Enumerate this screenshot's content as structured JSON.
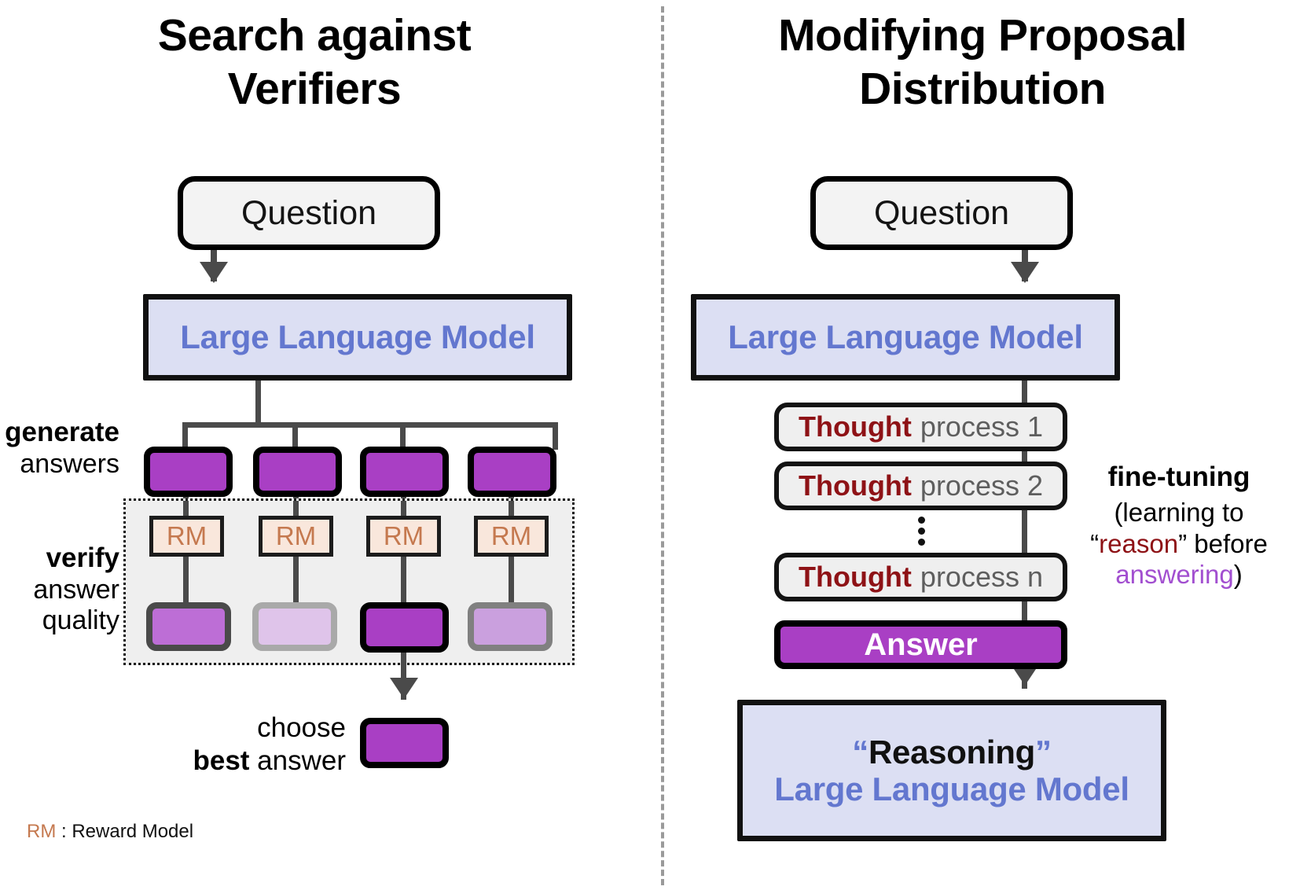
{
  "left_panel": {
    "title": "Search against\nVerifiers",
    "title_line1": "Search against",
    "title_line2": "Verifiers",
    "question_label": "Question",
    "llm_label": "Large Language Model",
    "stage_labels": {
      "generate_strong": "generate",
      "generate_rest": "answers",
      "verify_strong": "verify",
      "verify_rest_line1": "answer",
      "verify_rest_line2": "quality"
    },
    "generated_answers": [
      "",
      "",
      "",
      ""
    ],
    "verifier_label": "RM",
    "verifiers": [
      "RM",
      "RM",
      "RM",
      "RM"
    ],
    "scored_answers": [
      {
        "variant": "v1",
        "selected": false
      },
      {
        "variant": "v2",
        "selected": false
      },
      {
        "variant": "v3",
        "selected": true
      },
      {
        "variant": "v4",
        "selected": false
      }
    ],
    "choose_line1": "choose",
    "choose_line2_strong": "best",
    "choose_line2_rest": "answer",
    "legend_key": "RM",
    "legend_sep": " : ",
    "legend_value": "Reward Model"
  },
  "right_panel": {
    "title_line1": "Modifying Proposal",
    "title_line2": "Distribution",
    "question_label": "Question",
    "llm_label": "Large Language Model",
    "thoughts": [
      {
        "strong": "Thought",
        "rest": "process 1"
      },
      {
        "strong": "Thought",
        "rest": "process 2"
      },
      {
        "strong": "Thought",
        "rest": "process n"
      }
    ],
    "ellipsis": "vertical-dots",
    "answer_label": "Answer",
    "fine_tuning": {
      "title": "fine-tuning",
      "line2": "(learning to",
      "line3_quote_open": "“",
      "line3_reason": "reason",
      "line3_quote_close": "”",
      "line3_after": " before",
      "line4_answering": "answering",
      "line4_after": ")"
    },
    "reasoning_llm": {
      "quote_open": "“",
      "quoted_word": "Reasoning",
      "quote_close": "”",
      "sub_label": "Large Language Model"
    }
  },
  "colors": {
    "llm_bg": "#dcdff3",
    "llm_text": "#6377cf",
    "answer_purple": "#a93fc4",
    "rm_bg": "#f9e7dc",
    "rm_text": "#c5794f",
    "thought_strong": "#8e1216",
    "thought_rest": "#5e5e5e",
    "answering_purple": "#a24fd0",
    "connector": "#4a4a4a",
    "region_bg": "#efefef"
  }
}
